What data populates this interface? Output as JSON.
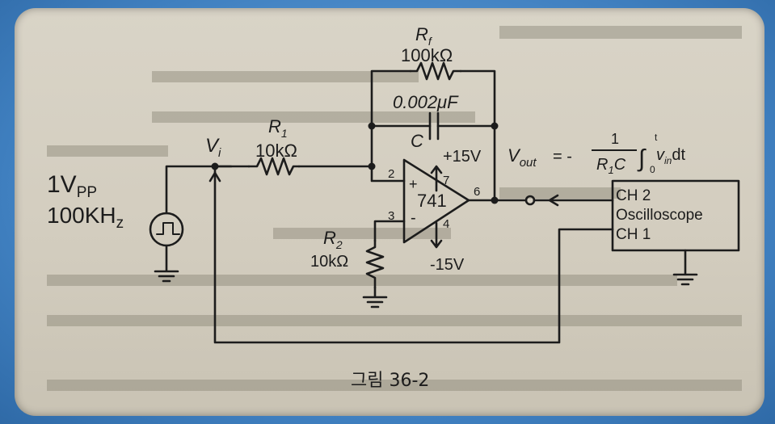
{
  "source": {
    "amplitude": "1V",
    "amplitude_sub": "PP",
    "frequency": "100KH",
    "frequency_sub": "z"
  },
  "labels": {
    "vi": "V",
    "vi_sub": "i",
    "r1": "R",
    "r1_sub": "1",
    "r1_value": "10kΩ",
    "rf": "R",
    "rf_sub": "f",
    "rf_value": "100kΩ",
    "c_value": "0.002μF",
    "c": "C",
    "r2": "R",
    "r2_sub": "2",
    "r2_value": "10kΩ",
    "opamp": "741",
    "pin2": "2",
    "pin3": "3",
    "pin4": "4",
    "pin6": "6",
    "pin7": "7",
    "plus": "+",
    "minus": "-",
    "vpos": "+15V",
    "vneg": "-15V"
  },
  "formula": {
    "lhs": "V",
    "lhs_sub": "out",
    "eq": "= -",
    "num": "1",
    "den": "R",
    "den_sub": "1",
    "den_c": "C",
    "upper": "t",
    "lower": "0",
    "integrand": "v",
    "integrand_sub": "in",
    "dt": "dt"
  },
  "scope": {
    "ch2": "CH 2",
    "title": "Oscilloscope",
    "ch1": "CH 1"
  },
  "caption": "그림 36-2",
  "colors": {
    "ink": "#1c1c1c",
    "paper": "#d6d0c2",
    "background": "#4b8fd0"
  }
}
